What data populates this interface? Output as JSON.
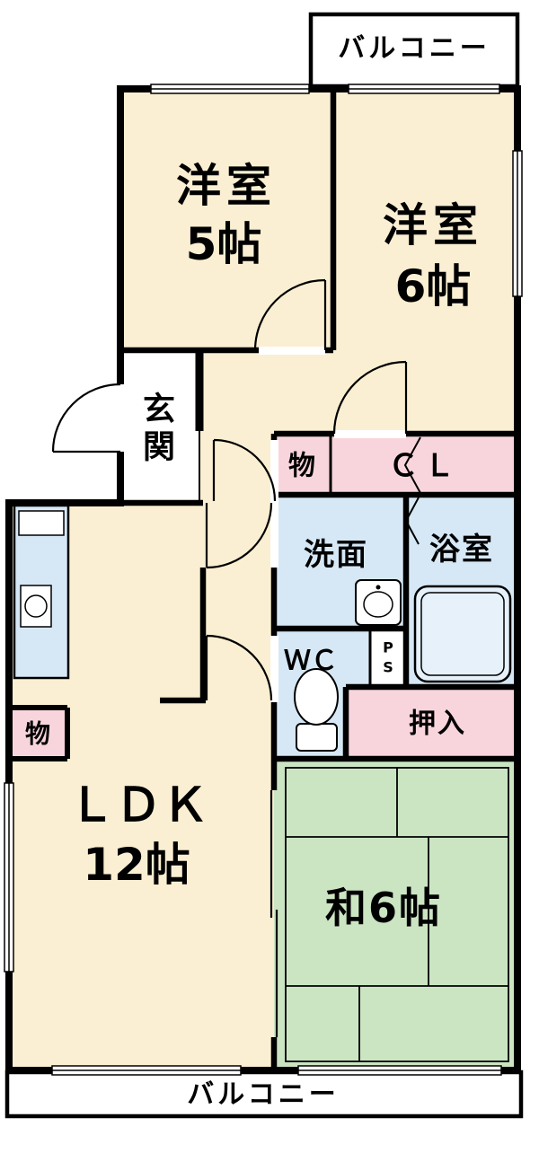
{
  "meta": {
    "type": "floor-plan"
  },
  "colors": {
    "cream": "#FAEFD2",
    "pink": "#F8D5DD",
    "blue": "#D6E8F5",
    "green": "#CBE5C3",
    "tub": "#E6F1FA",
    "wall": "#000000",
    "white": "#FFFFFF"
  },
  "rooms": {
    "balcony_top": {
      "label": "バルコニー"
    },
    "western_5": {
      "name": "洋室",
      "size": "5帖"
    },
    "western_6": {
      "name": "洋室",
      "size": "6帖"
    },
    "entrance": {
      "char1": "玄",
      "char2": "関"
    },
    "storage_hall": {
      "label": "物"
    },
    "closet": {
      "label": "ＣＬ"
    },
    "washroom": {
      "label": "洗面"
    },
    "bathroom": {
      "label": "浴室"
    },
    "wc": {
      "label": "ＷＣ"
    },
    "ps": {
      "char1": "P",
      "char2": "S"
    },
    "oshiire": {
      "label": "押入"
    },
    "ldk": {
      "name": "ＬＤＫ",
      "size": "12帖"
    },
    "storage_ldk": {
      "label": "物"
    },
    "japanese_6": {
      "label": "和6帖"
    },
    "balcony_bottom": {
      "label": "バルコニー"
    }
  }
}
